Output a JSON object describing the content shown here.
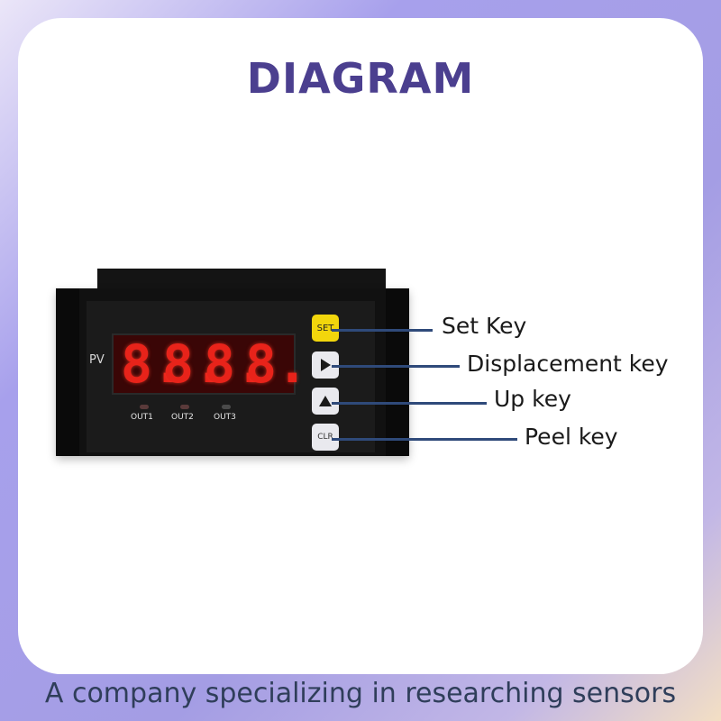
{
  "title": "DIAGRAM",
  "footer": "A company specializing in researching sensors",
  "device": {
    "pv_label": "PV",
    "digits": [
      "8.",
      "8.",
      "8.",
      "8."
    ],
    "outputs": [
      {
        "label": "OUT1",
        "led_color": "#5a3a3a"
      },
      {
        "label": "OUT2",
        "led_color": "#5a3a3a"
      },
      {
        "label": "OUT3",
        "led_color": "#4a4a4a"
      }
    ],
    "keys": {
      "set": "SET",
      "clr": "CLR"
    }
  },
  "callouts": [
    {
      "label": "Set Key"
    },
    {
      "label": "Displacement key"
    },
    {
      "label": "Up key"
    },
    {
      "label": "Peel key"
    }
  ],
  "colors": {
    "title": "#4b3f8f",
    "display_red": "#e8231a",
    "set_key": "#f2d60c",
    "callout_line": "#2f4a7a"
  }
}
